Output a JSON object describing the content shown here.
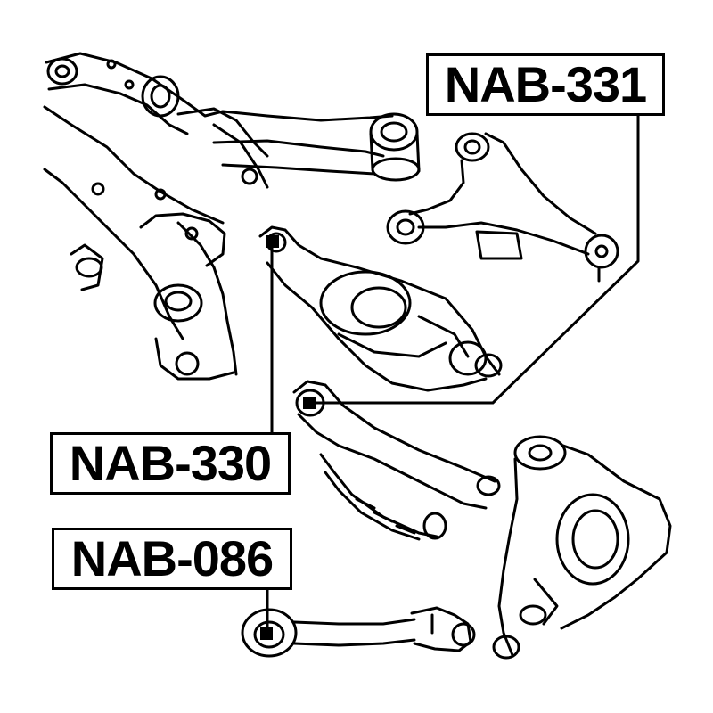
{
  "labels": {
    "nab331": "NAB-331",
    "nab330": "NAB-330",
    "nab086": "NAB-086"
  },
  "colors": {
    "ink": "#000000",
    "paper": "#ffffff"
  }
}
